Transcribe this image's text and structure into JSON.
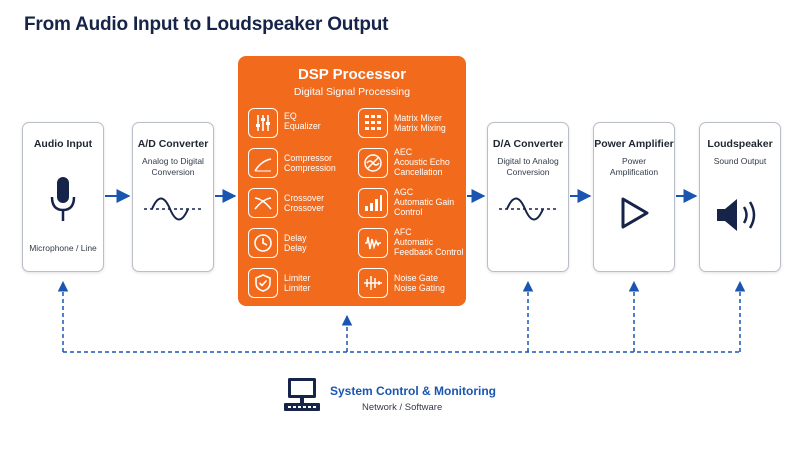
{
  "title": "From Audio Input to Loudspeaker Output",
  "input": {
    "title": "Audio Input",
    "footer": "Microphone / Line",
    "icon": "microphone-icon"
  },
  "ad": {
    "title": "A/D Converter",
    "subtitle": "Analog to Digital Conversion",
    "icon": "waveform-icon"
  },
  "dsp": {
    "title": "DSP Processor",
    "subtitle": "Digital Signal Processing",
    "color": "#f26b1d",
    "modules": [
      {
        "line1": "EQ",
        "line2": "Equalizer",
        "line3": "",
        "icon": "equalizer-sliders-icon"
      },
      {
        "line1": "Compressor",
        "line2": "Compression",
        "line3": "",
        "icon": "compressor-curve-icon"
      },
      {
        "line1": "Crossover",
        "line2": "Crossover",
        "line3": "",
        "icon": "crossover-icon"
      },
      {
        "line1": "Delay",
        "line2": "Delay",
        "line3": "",
        "icon": "clock-icon"
      },
      {
        "line1": "Limiter",
        "line2": "Limiter",
        "line3": "",
        "icon": "shield-check-icon"
      },
      {
        "line1": "Matrix Mixer",
        "line2": "Matrix Mixing",
        "line3": "",
        "icon": "matrix-grid-icon"
      },
      {
        "line1": "AEC",
        "line2": "Acoustic Echo",
        "line3": "Cancellation",
        "icon": "echo-cancel-icon"
      },
      {
        "line1": "AGC",
        "line2": "Automatic Gain",
        "line3": "Control",
        "icon": "gain-bars-icon"
      },
      {
        "line1": "AFC",
        "line2": "Automatic",
        "line3": "Feedback Control",
        "icon": "feedback-wave-icon"
      },
      {
        "line1": "Noise Gate",
        "line2": "Noise Gating",
        "line3": "",
        "icon": "noise-gate-icon"
      }
    ]
  },
  "da": {
    "title": "D/A Converter",
    "subtitle": "Digital to Analog Conversion",
    "icon": "waveform-icon"
  },
  "amp": {
    "title": "Power Amplifier",
    "subtitle": "Power Amplification",
    "icon": "amplifier-triangle-icon"
  },
  "speaker": {
    "title": "Loudspeaker",
    "subtitle": "Sound Output",
    "icon": "speaker-icon"
  },
  "control": {
    "title": "System Control & Monitoring",
    "subtitle": "Network / Software",
    "icon": "computer-monitor-icon"
  },
  "colors": {
    "accent_blue": "#1a56b0",
    "title_navy": "#17244a",
    "border": "#b9bec8"
  }
}
